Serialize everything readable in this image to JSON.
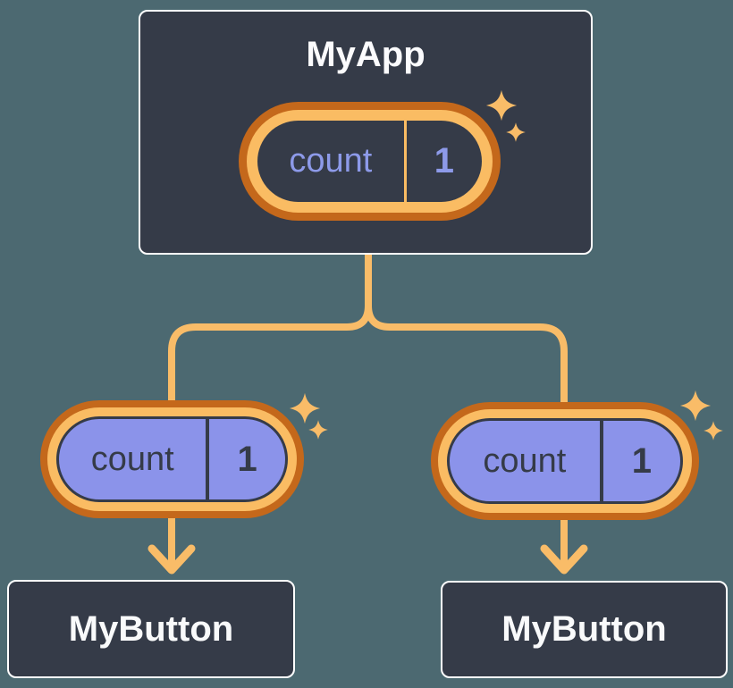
{
  "colors": {
    "background": "#4C6971",
    "node_fill": "#353B48",
    "node_border": "#FFFFFF",
    "node_title_text": "#FBFBFD",
    "connector_line": "#F9BC68",
    "pill_ring_outer": "#C4681B",
    "pill_ring_inner": "#FABC63",
    "root_pill_fill": "#353B48",
    "root_pill_text": "#8D9AE9",
    "child_pill_fill": "#8B93EA",
    "child_pill_text": "#353B48",
    "sparkle": "#F9BC68"
  },
  "icons": {
    "sparkle": "four-point-star",
    "arrowhead": "chevron-down"
  },
  "diagram": {
    "root": {
      "title": "MyApp",
      "state": {
        "name": "count",
        "value": "1"
      }
    },
    "children": [
      {
        "title": "MyButton",
        "prop": {
          "name": "count",
          "value": "1"
        }
      },
      {
        "title": "MyButton",
        "prop": {
          "name": "count",
          "value": "1"
        }
      }
    ]
  }
}
